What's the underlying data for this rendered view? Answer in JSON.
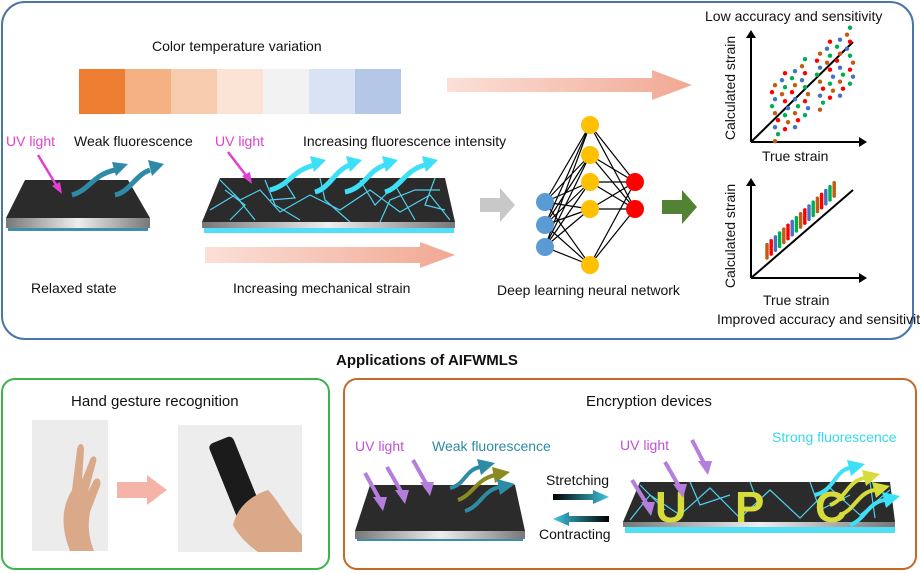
{
  "top_panel": {
    "color_bar": {
      "title": "Color temperature variation",
      "swatches": [
        "#ec7d31",
        "#f4b183",
        "#f7cbad",
        "#fbe4d6",
        "#f2f2f2",
        "#dae3f3",
        "#b4c7e7"
      ]
    },
    "relaxed": {
      "uv_label": "UV light",
      "fluorescence_label": "Weak fluorescence",
      "state_label": "Relaxed state"
    },
    "strained": {
      "uv_label": "UV light",
      "fluorescence_label": "Increasing fluorescence intensity",
      "strain_label": "Increasing mechanical strain"
    },
    "neural_network": {
      "label": "Deep learning neural network",
      "layers": [
        3,
        5,
        2
      ],
      "colors": {
        "input": "#5b9bd5",
        "hidden": "#ffc000",
        "output": "#ff0000"
      }
    },
    "plot_low": {
      "title": "Low accuracy and sensitivity",
      "xlabel": "True strain",
      "ylabel": "Calculated strain"
    },
    "plot_improved": {
      "title": "Improved accuracy and sensitivity",
      "xlabel": "True strain",
      "ylabel": "Calculated strain"
    }
  },
  "applications": {
    "title": "Applications of AIFWMLS",
    "hand_gesture": {
      "title": "Hand gesture recognition"
    },
    "encryption": {
      "title": "Encryption devices",
      "left_uv_label": "UV light",
      "left_fluorescence_label": "Weak fluorescence",
      "stretch_label": "Stretching",
      "contract_label": "Contracting",
      "right_uv_label": "UV light",
      "right_fluorescence_label": "Strong fluorescence",
      "hidden_letters": [
        "U",
        "P",
        "C"
      ]
    }
  },
  "colors": {
    "top_border": "#4a76a8",
    "hand_border": "#3cb44b",
    "encryption_border": "#c8672a",
    "uv": "#e040d0",
    "weak_fluor": "#2e8ba6",
    "strong_fluor": "#33d8f0"
  }
}
